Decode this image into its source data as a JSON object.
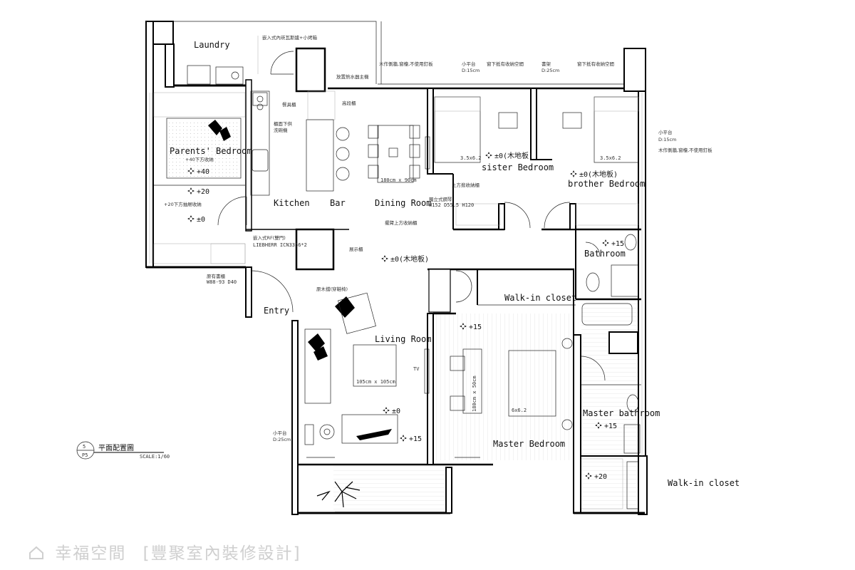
{
  "rooms": {
    "laundry": "Laundry",
    "parents_bedroom": "Parents' Bedroom",
    "kitchen": "Kitchen",
    "bar": "Bar",
    "dining_room": "Dining Room",
    "sister_bedroom": "sister Bedroom",
    "brother_bedroom": "brother Bedroom",
    "bathroom": "Bathroom",
    "entry": "Entry",
    "living_room": "Living Room",
    "walkin_closet": "Walk-in closet",
    "master_bedroom": "Master Bedroom",
    "master_bathroom": "Master bathroom",
    "walkin_closet_outer": "Walk-in closet"
  },
  "notes": {
    "n1": "嵌入式內崁瓦斯爐+小烤箱",
    "n2": "放置熱水器主機",
    "n3": "木作側牆,窗檯,不使用釘板",
    "n4": "小平台",
    "n4b": "D:15cm",
    "n5": "窗下抵有收納空間",
    "n6": "書架",
    "n6b": "D:25cm",
    "n7": "窗下抵有收納空間",
    "n8": "餐具櫃",
    "n9": "高段櫃",
    "n10": "櫃面下供",
    "n10b": "洗碗機",
    "n11": "+40下方收納",
    "n12": "+20下方抽屜收納",
    "n13": "上方掀收納櫃",
    "n14": "獨立式鋼琴",
    "n14b": "W152 D55.5 H120",
    "n15": "擺臂上方收納櫃",
    "n16": "嵌入式RF(雙門)",
    "n17": "LIEBHERR ICN3356*2",
    "n18": "展示櫃",
    "n19": "原有書櫃",
    "n19b": "W88-93 D40",
    "n20": "原木擋(穿鞋椅)",
    "n21": "小平台",
    "n21b": "D:15cm",
    "n22": "木作側牆,窗檯,不使用釘板",
    "n23": "小平台",
    "n23b": "D:25cm",
    "tv": "TV",
    "dining_table": "180cm x 90cm",
    "coffee_table": "105cm x 105cm",
    "sister_bed": "3.5x6.2",
    "brother_bed": "3.5x6.2",
    "master_bed": "6x6.2",
    "console": "180cm x 50cm"
  },
  "levels": {
    "parents_top": "+40",
    "parents_mid": "+20",
    "parents_low": "±0",
    "sister": "±0(木地板)",
    "brother": "±0(木地板)",
    "corridor": "±0(木地板)",
    "bathroom": "+15",
    "master_top": "+15",
    "living": "±0",
    "living_sofa": "+15",
    "master_bath": "+15",
    "closet": "+20"
  },
  "title_block": {
    "number": "5",
    "sheet": "P5",
    "title": "平面配置圖",
    "scale": "SCALE:1/60"
  },
  "watermark": {
    "site": "幸福空間",
    "brand": "[豐聚室內裝修設計]"
  }
}
